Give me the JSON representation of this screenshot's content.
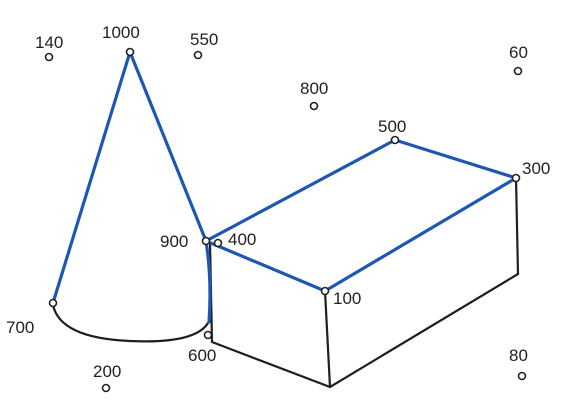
{
  "colors": {
    "ink": "#1f1f1f",
    "highlight": "#1e56b4",
    "background": "#ffffff"
  },
  "labels": {
    "n140": "140",
    "n1000": "1000",
    "n550": "550",
    "n60": "60",
    "n800": "800",
    "n500": "500",
    "n300": "300",
    "n900": "900",
    "n400": "400",
    "n100": "100",
    "n700": "700",
    "n600": "600",
    "n200": "200",
    "n80": "80"
  }
}
